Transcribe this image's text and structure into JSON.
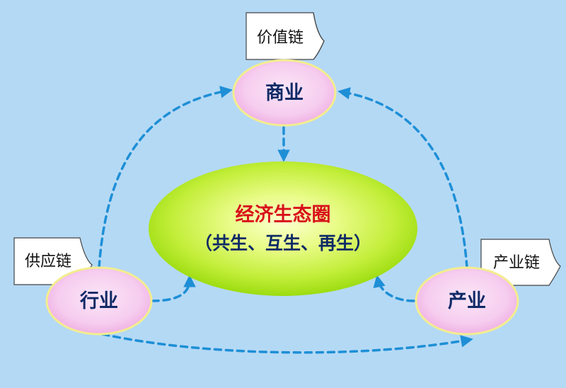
{
  "colors": {
    "background": "#b4d9f5",
    "arrow": "#1e8fd6",
    "node_fill_center": "#fbe6f7",
    "node_fill_edge": "#f2b6e6",
    "node_border": "#f3ed8f",
    "center_fill_inner": "#f4ffa8",
    "center_fill_outer": "#a2e20e",
    "center_title": "#d8111b",
    "node_label": "#0e2a66"
  },
  "nodes": {
    "commerce": {
      "label": "商业",
      "tag": "价值链"
    },
    "industry_sector": {
      "label": "行业",
      "tag": "供应链"
    },
    "industry": {
      "label": "产业",
      "tag": "产业链"
    }
  },
  "center": {
    "title": "经济生态圈",
    "subtitle": "（共生、互生、再生）"
  }
}
